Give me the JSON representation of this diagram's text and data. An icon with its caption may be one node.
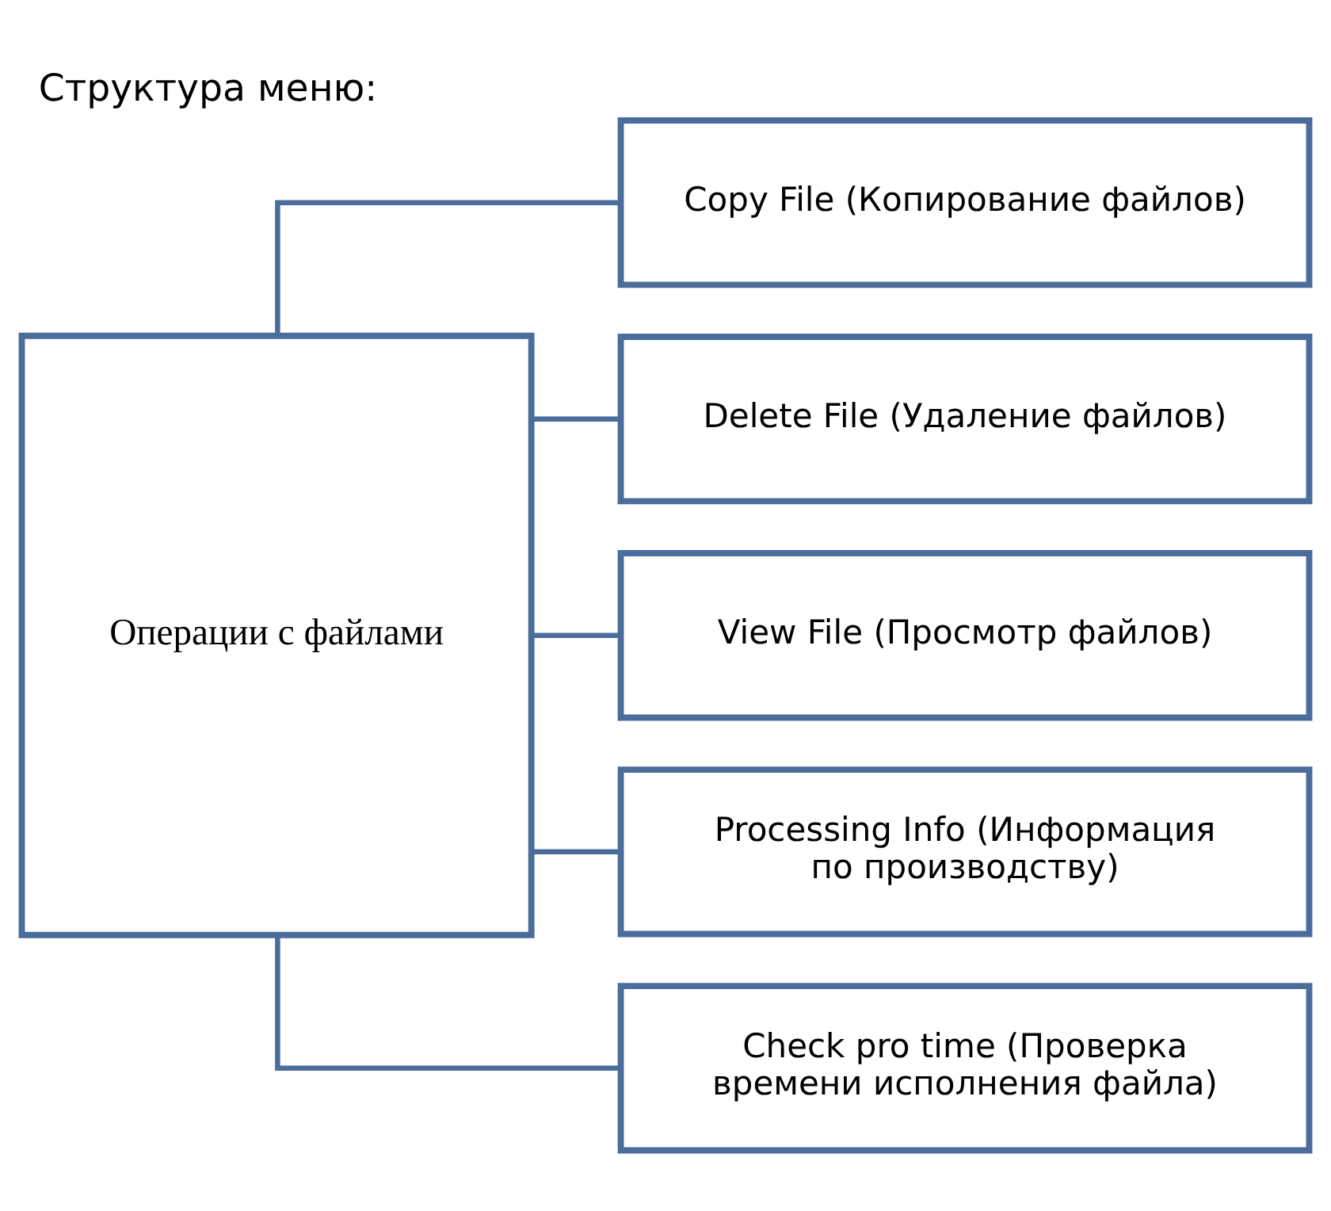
{
  "diagram": {
    "title": "Структура меню:",
    "nodes": [
      {
        "text": [
          "Операции с файлами"
        ]
      },
      {
        "text": [
          "Copy File (Копирование файлов)"
        ]
      },
      {
        "text": [
          "Delete File (Удаление файлов)"
        ]
      },
      {
        "text": [
          "View File (Просмотр файлов)"
        ]
      },
      {
        "text": [
          "Processing Info (Информация по производству)"
        ]
      },
      {
        "text": [
          "Check pro time (Проверка времени исполнения файла)"
        ]
      }
    ],
    "edges": [
      {
        "from": 0,
        "to": 1,
        "arrow": "none"
      },
      {
        "from": 0,
        "to": 2,
        "arrow": "none"
      },
      {
        "from": 0,
        "to": 3,
        "arrow": "none"
      },
      {
        "from": 0,
        "to": 4,
        "arrow": "none"
      },
      {
        "from": 0,
        "to": 5,
        "arrow": "none"
      }
    ]
  }
}
